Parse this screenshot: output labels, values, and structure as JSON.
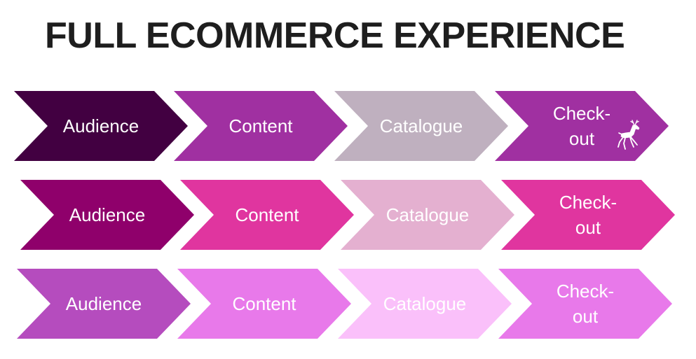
{
  "title": "FULL ECOMMERCE EXPERIENCE",
  "rows": [
    {
      "steps": [
        {
          "label": "Audience",
          "color": "#420041"
        },
        {
          "label": "Content",
          "color": "#a030a1"
        },
        {
          "label": "Catalogue",
          "color": "#bfb0bf"
        },
        {
          "label": "Check-\nout",
          "color": "#a030a1",
          "icon": "deer-icon"
        }
      ]
    },
    {
      "steps": [
        {
          "label": "Audience",
          "color": "#8f006b"
        },
        {
          "label": "Content",
          "color": "#e0359f"
        },
        {
          "label": "Catalogue",
          "color": "#e4b0d0"
        },
        {
          "label": "Check-\nout",
          "color": "#e0359f"
        }
      ]
    },
    {
      "steps": [
        {
          "label": "Audience",
          "color": "#b54cbe"
        },
        {
          "label": "Content",
          "color": "#e879ea"
        },
        {
          "label": "Catalogue",
          "color": "#fac0fa"
        },
        {
          "label": "Check-\nout",
          "color": "#e879ea"
        }
      ]
    }
  ]
}
